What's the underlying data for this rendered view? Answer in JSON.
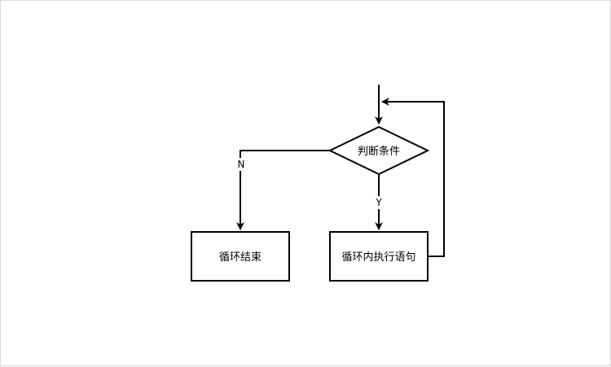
{
  "diagram": {
    "nodes": {
      "condition": {
        "label": "判断条件"
      },
      "loop_body": {
        "label": "循环内执行语句"
      },
      "loop_end": {
        "label": "循环结束"
      }
    },
    "edges": {
      "yes_label": "Y",
      "no_label": "N"
    }
  }
}
